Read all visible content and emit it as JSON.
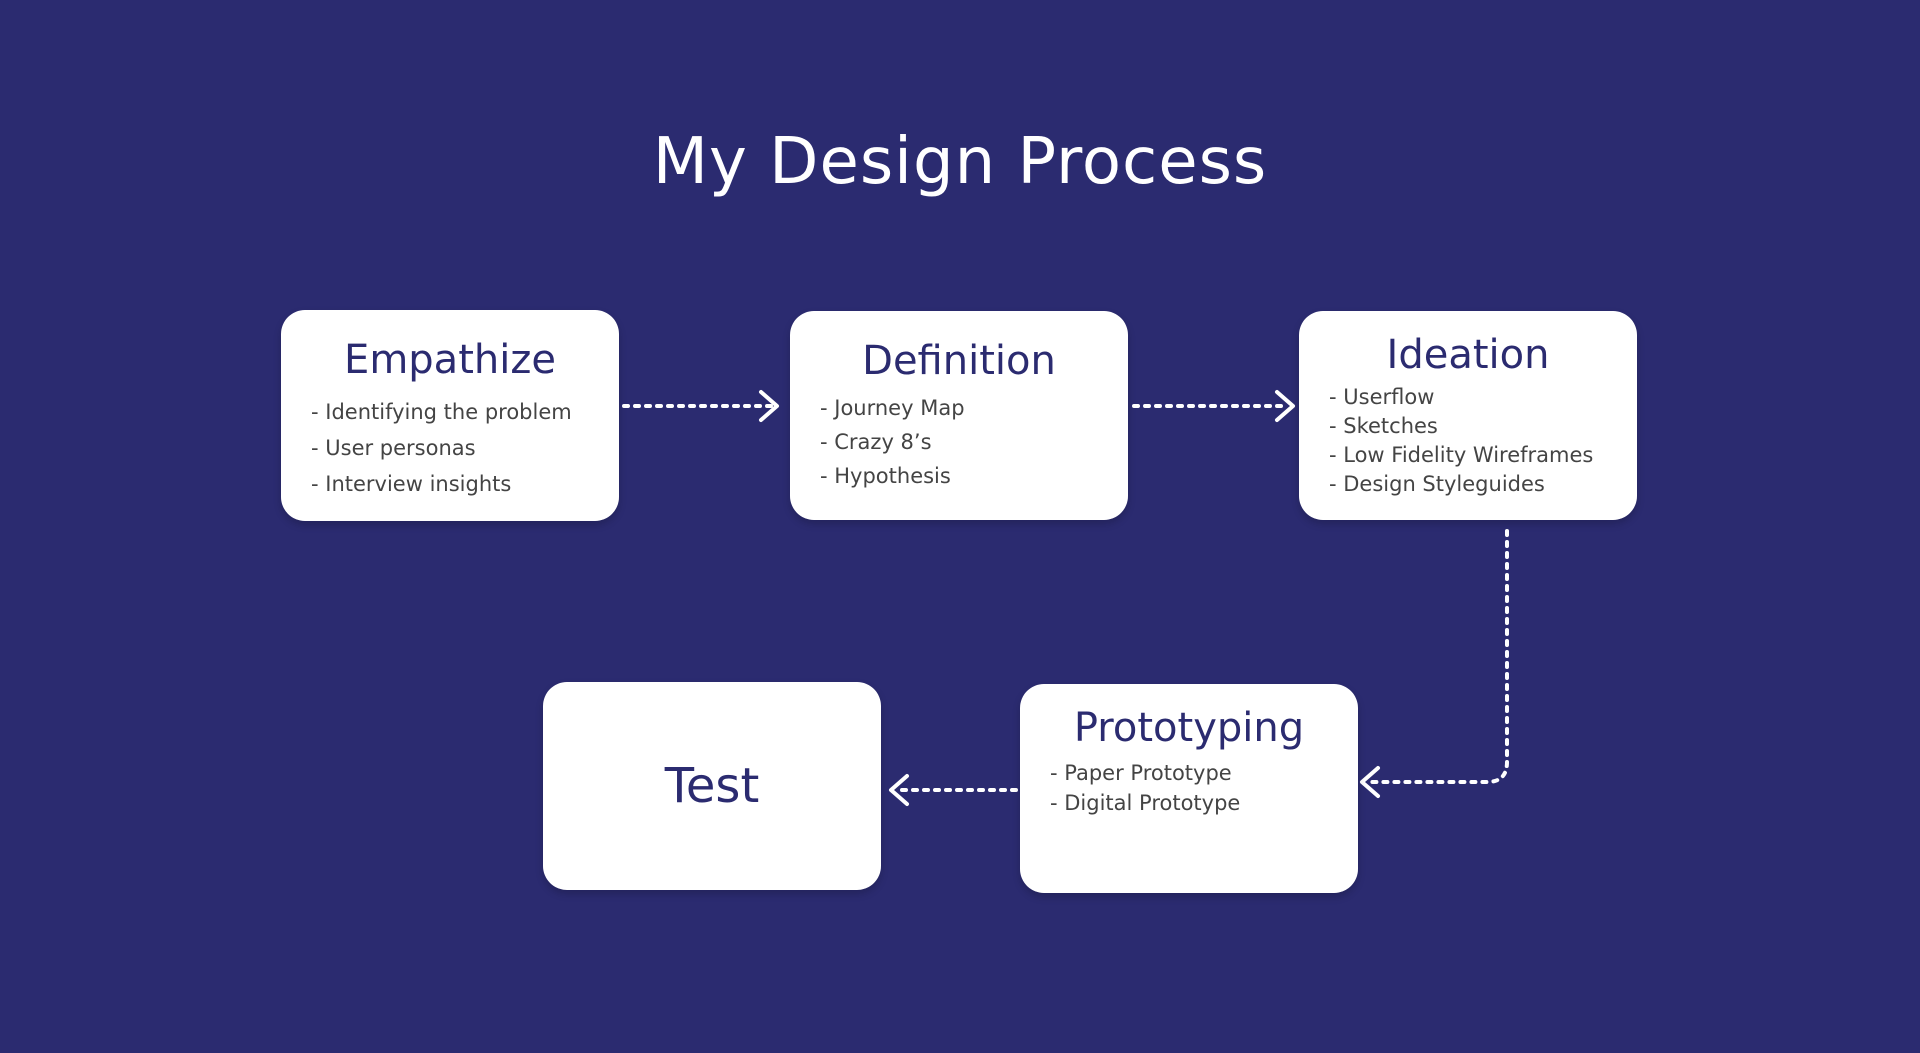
{
  "title": "My Design Process",
  "colors": {
    "background": "#2b2b70",
    "card": "#ffffff",
    "heading": "#2b2b70",
    "body_text": "#444444",
    "arrow": "#ffffff"
  },
  "steps": [
    {
      "title": "Empathize",
      "items": [
        "- Identifying the problem",
        "- User personas",
        "- Interview insights"
      ]
    },
    {
      "title": "Definition",
      "items": [
        "- Journey Map",
        "- Crazy 8’s",
        "- Hypothesis"
      ]
    },
    {
      "title": "Ideation",
      "items": [
        "- Userflow",
        "- Sketches",
        "- Low Fidelity Wireframes",
        "- Design Styleguides"
      ]
    },
    {
      "title": "Prototyping",
      "items": [
        "- Paper Prototype",
        "- Digital Prototype"
      ]
    },
    {
      "title": "Test",
      "items": []
    }
  ]
}
